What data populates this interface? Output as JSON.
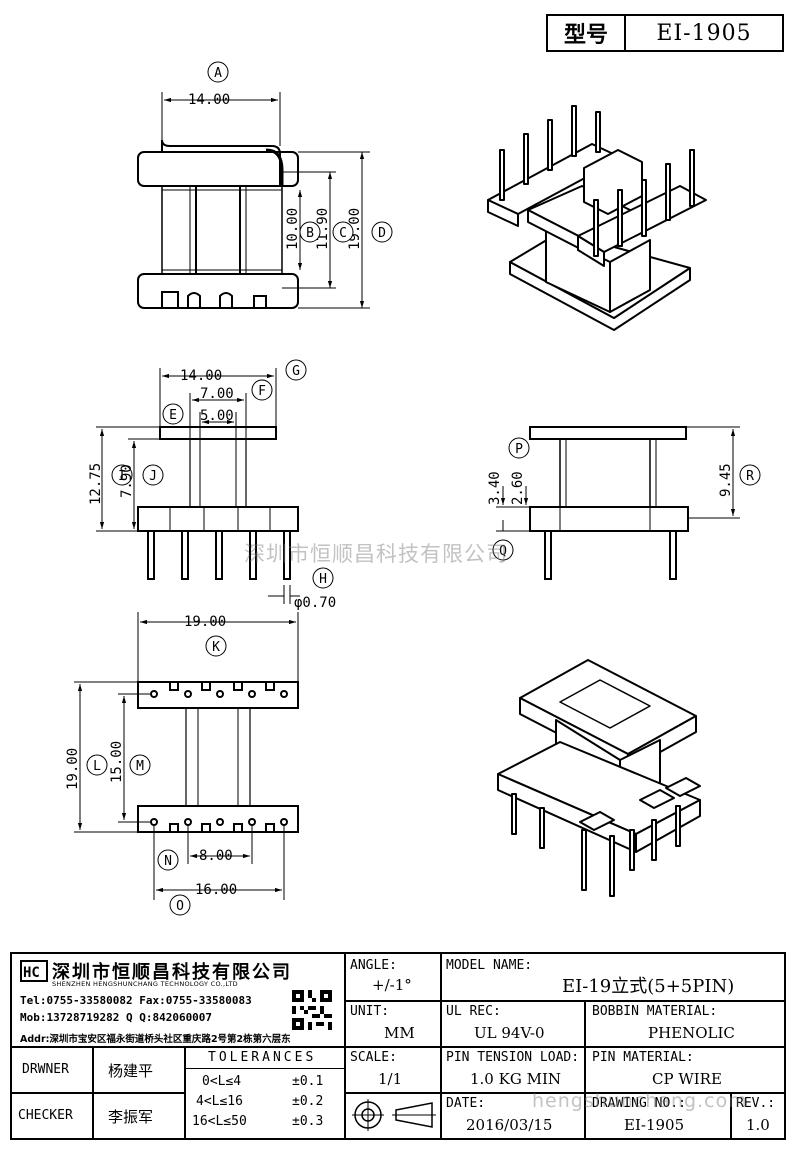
{
  "header": {
    "label": "型号",
    "model": "EI-1905"
  },
  "dimensions": {
    "A": "A",
    "B": "B",
    "C": "C",
    "D": "D",
    "E": "E",
    "F": "F",
    "G": "G",
    "H": "H",
    "I": "I",
    "J": "J",
    "K": "K",
    "L": "L",
    "M": "M",
    "N": "N",
    "O": "O",
    "P": "P",
    "Q": "Q",
    "R": "R",
    "top_width": "14.00",
    "dim_10": "10.00",
    "dim_11_90": "11.90",
    "dim_19": "19.00",
    "side_width": "14.00",
    "dim_7": "7.00",
    "dim_5": "5.00",
    "dim_12_75": "12.75",
    "dim_7_90": "7.90",
    "pin_dia": "φ0.70",
    "dim_3_40": "3.40",
    "dim_2_60": "2.60",
    "dim_9_45": "9.45",
    "bottom_width": "19.00",
    "bottom_height": "19.00",
    "dim_15": "15.00",
    "pin_pitch": "8.00",
    "pin_span": "16.00"
  },
  "watermark_center": "深圳市恒顺昌科技有限公司",
  "watermark_url": "hengshunchang.com",
  "title_block": {
    "company_cn": "深圳市恒顺昌科技有限公司",
    "company_en": "SHENZHEN HENGSHUNCHANG TECHNOLOGY CO.,LTD",
    "tel": "Tel:0755-33580082 Fax:0755-33580083",
    "mob": "Mob:13728719282   Q  Q:842060007",
    "addr": "Addr:深圳市宝安区福永街道桥头社区重庆路2号第2栋第六层东",
    "angle_label": "ANGLE:",
    "angle_value": "+/-1°",
    "unit_label": "UNIT:",
    "unit_value": "MM",
    "scale_label": "SCALE:",
    "scale_value": "1/1",
    "model_name_label": "MODEL NAME:",
    "model_name_value": "EI-19立式(5+5PIN)",
    "ul_label": "UL REC:",
    "ul_value": "UL 94V-0",
    "bobbin_label": "BOBBIN MATERIAL:",
    "bobbin_value": "PHENOLIC",
    "tension_label": "PIN TENSION LOAD:",
    "tension_value": "1.0 KG MIN",
    "pin_mat_label": "PIN MATERIAL:",
    "pin_mat_value": "CP WIRE",
    "date_label": "DATE:",
    "date_value": "2016/03/15",
    "drawing_label": "DRAWING NO.:",
    "drawing_value": "EI-1905",
    "rev_label": "REV.:",
    "rev_value": "1.0",
    "drwner_label": "DRWNER",
    "drwner_value": "杨建平",
    "checker_label": "CHECKER",
    "checker_value": "李振军",
    "tolerances_label": "TOLERANCES",
    "tol1": "0<L≤4",
    "tol1v": "±0.1",
    "tol2": "4<L≤16",
    "tol2v": "±0.2",
    "tol3": "16<L≤50",
    "tol3v": "±0.3"
  }
}
